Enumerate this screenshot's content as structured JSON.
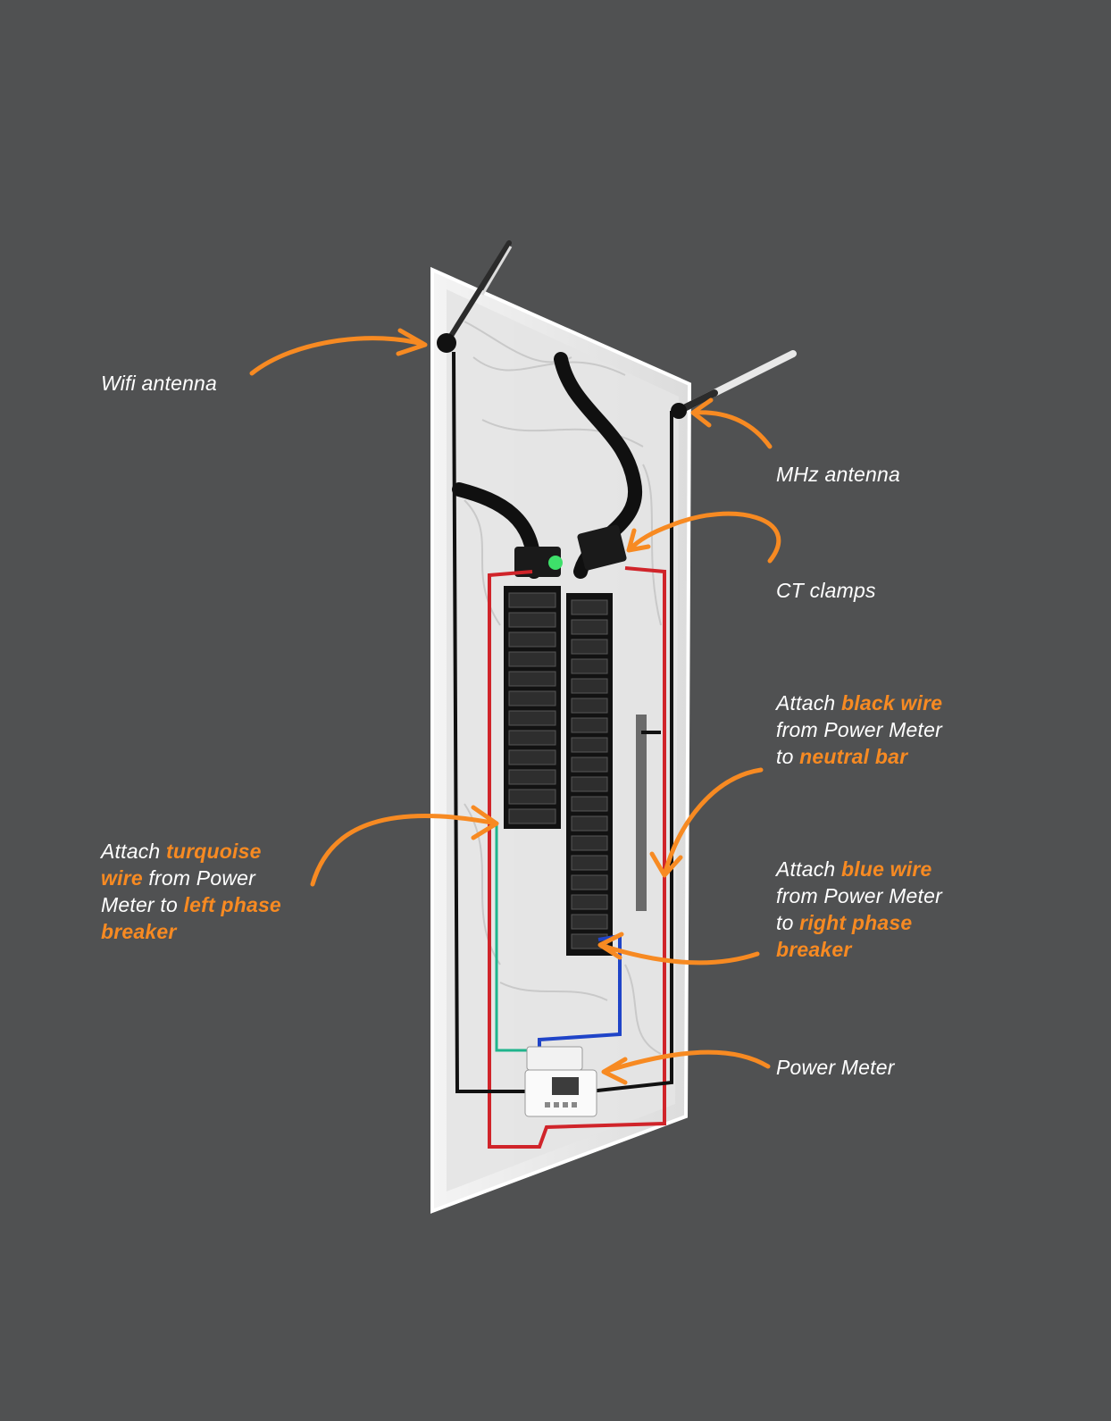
{
  "colors": {
    "background": "#505152",
    "accent": "#f78a22",
    "panel": "#eaeaea",
    "wire_red": "#d0242a",
    "wire_black": "#111111",
    "wire_turquoise": "#1fb48c",
    "wire_blue": "#1f44c8",
    "ct_indicator": "#3ee06a"
  },
  "icons": {
    "wifi_antenna": "antenna-icon",
    "mhz_antenna": "antenna-icon",
    "ct_clamp": "clamp-icon",
    "power_meter": "meter-icon"
  },
  "labels": {
    "wifi": "Wifi antenna",
    "mhz": "MHz antenna",
    "ct": "CT clamps",
    "black": {
      "p1": "Attach ",
      "h1": "black wire",
      "p2": "from Power Meter",
      "p3": "to ",
      "h2": "neutral bar"
    },
    "turquoise": {
      "p1": "Attach ",
      "h1": "turquoise",
      "h2": "wire",
      "p2": " from Power",
      "p3": "Meter to ",
      "h3": "left phase",
      "h4": "breaker"
    },
    "blue": {
      "p1": "Attach ",
      "h1": "blue wire",
      "p2": "from Power Meter",
      "p3": "to ",
      "h2": "right phase",
      "h3": "breaker"
    },
    "meter": "Power Meter"
  }
}
